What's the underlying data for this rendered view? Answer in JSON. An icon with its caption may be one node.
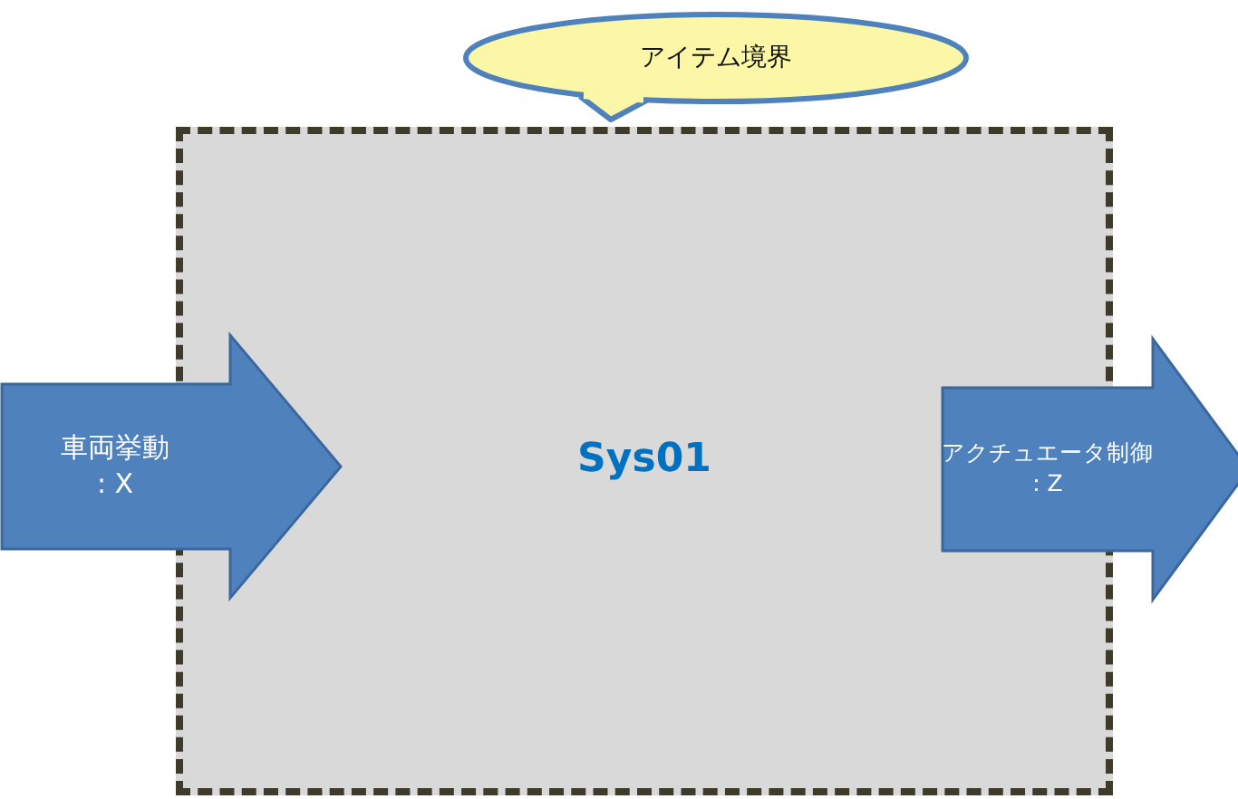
{
  "diagram": {
    "nodes": [
      {
        "text": [
          "アイテム境界"
        ]
      },
      {
        "text": [
          "Sys01"
        ]
      },
      {
        "text": [
          "車両挙動",
          ": X"
        ]
      },
      {
        "text": [
          "アクチュエータ制御",
          ": Z"
        ]
      }
    ]
  }
}
